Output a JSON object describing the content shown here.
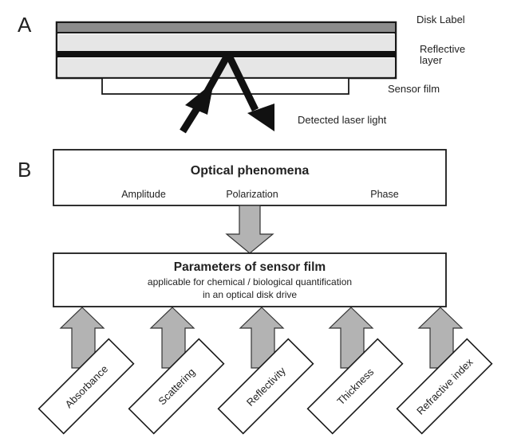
{
  "panel_a": {
    "letter": "A",
    "labels": {
      "disk_label": "Disk Label",
      "reflective_1": "Reflective",
      "reflective_2": "layer",
      "sensor_film": "Sensor film",
      "detected": "Detected laser light"
    }
  },
  "panel_b": {
    "letter": "B",
    "optical": {
      "title": "Optical phenomena",
      "items": [
        "Amplitude",
        "Polarization",
        "Phase"
      ]
    },
    "params": {
      "title": "Parameters of sensor film",
      "line1": "applicable for chemical / biological quantification",
      "line2": "in an optical disk drive"
    },
    "inputs": [
      "Absorbance",
      "Scattering",
      "Reflectivity",
      "Thickness",
      "Refractive index"
    ]
  },
  "colors": {
    "arrow_fill": "#b3b3b3",
    "label_layer": "#8c8c8c",
    "light_layer": "#e6e6e6",
    "stroke": "#1a1a1a"
  }
}
